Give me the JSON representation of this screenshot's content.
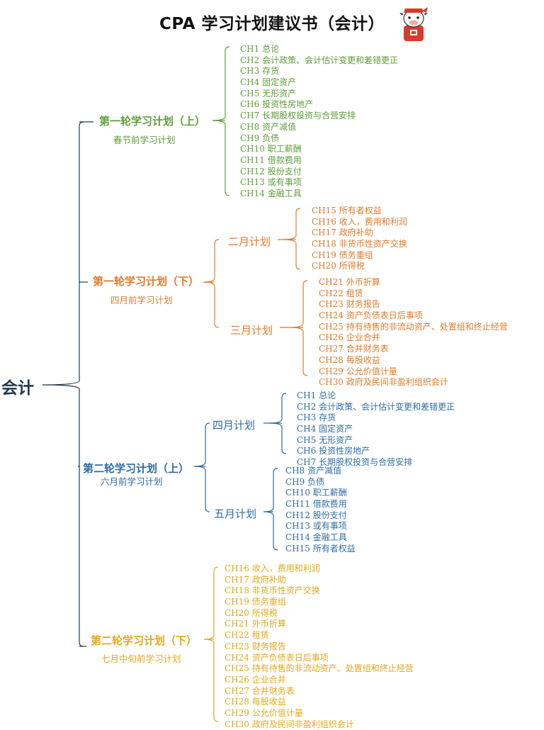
{
  "title": "CPA 学习计划建议书（会计）",
  "root": "会计",
  "colors": {
    "root_line": "#23384d",
    "phase1": "#5e9e3a",
    "phase2": "#e07b2c",
    "phase3": "#2e6ca4",
    "phase4": "#e3a81c"
  },
  "phases": [
    {
      "title": "第一轮学习计划（上）",
      "subtitle": "春节前学习计划",
      "items": [
        "CH1 总论",
        "CH2 会计政策、会计估计变更和差错更正",
        "CH3 存货",
        "CH4 固定资产",
        "CH5 无形资产",
        "CH6 投资性房地产",
        "CH7 长期股权投资与合营安排",
        "CH8 资产减值",
        "CH9 负债",
        "CH10 职工薪酬",
        "CH11 借款费用",
        "CH12 股份支付",
        "CH13 或有事项",
        "CH14 金融工具"
      ]
    },
    {
      "title": "第一轮学习计划（下）",
      "subtitle": "四月前学习计划",
      "months": [
        {
          "label": "二月计划",
          "items": [
            "CH15 所有者权益",
            "CH16 收入，费用和利润",
            "CH17 政府补助",
            "CH18 非货币性资产交换",
            "CH19 债务重组",
            "CH20 所得税"
          ]
        },
        {
          "label": "三月计划",
          "items": [
            "CH21 外币折算",
            "CH22 租赁",
            "CH23 财务报告",
            "CH24 资产负债表日后事项",
            "CH25 持有待售的非流动资产、处置组和终止经营",
            "CH26 企业合并",
            "CH27 合并财务表",
            "CH28 每股收益",
            "CH29 公允价值计量",
            "CH30 政府及民间非盈利组织会计"
          ]
        }
      ]
    },
    {
      "title": "第二轮学习计划（上）",
      "subtitle": "六月前学习计划",
      "months": [
        {
          "label": "四月计划",
          "items": [
            "CH1 总论",
            "CH2 会计政策、会计估计变更和差错更正",
            "CH3 存货",
            "CH4 固定资产",
            "CH5 无形资产",
            "CH6 投资性房地产",
            "CH7 长期股权投资与合营安排"
          ]
        },
        {
          "label": "五月计划",
          "items": [
            "CH8 资产减值",
            "CH9 负债",
            "CH10 职工薪酬",
            "CH11 借款费用",
            "CH12 股份支付",
            "CH13 或有事项",
            "CH14 金融工具",
            "CH15 所有者权益"
          ]
        }
      ]
    },
    {
      "title": "第二轮学习计划（下）",
      "subtitle": "七月中旬前学习计划",
      "items": [
        "CH16 收入，费用和利润",
        "CH17 政府补助",
        "CH18 非货币性资产交换",
        "CH19 债务重组",
        "CH20 所得税",
        "CH21 外币折算",
        "CH22 租赁",
        "CH23 财务报告",
        "CH24 资产负债表日后事项",
        "CH25 持有待售的非流动资产、处置组和终止经营",
        "CH26 企业合并",
        "CH27 合并财务表",
        "CH28 每股收益",
        "CH29 公允价值计量",
        "CH30 政府及民间非盈利组织会计"
      ]
    }
  ]
}
